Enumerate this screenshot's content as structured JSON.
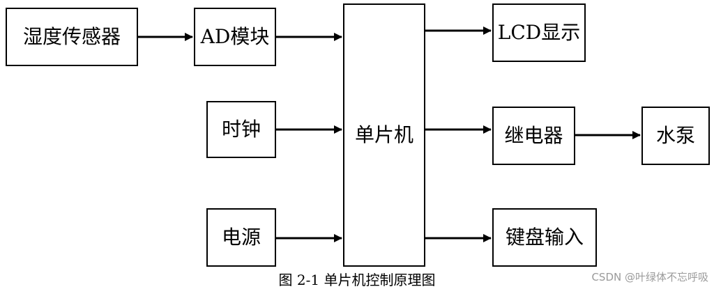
{
  "diagram": {
    "nodes": {
      "humidity_sensor": "湿度传感器",
      "ad_module": "AD模块",
      "clock": "时钟",
      "power": "电源",
      "mcu": "单片机",
      "lcd": "LCD显示",
      "relay": "继电器",
      "pump": "水泵",
      "keyboard": "键盘输入"
    },
    "edges": [
      [
        "humidity_sensor",
        "ad_module"
      ],
      [
        "ad_module",
        "mcu"
      ],
      [
        "clock",
        "mcu"
      ],
      [
        "power",
        "mcu"
      ],
      [
        "mcu",
        "lcd"
      ],
      [
        "mcu",
        "relay"
      ],
      [
        "relay",
        "pump"
      ],
      [
        "mcu",
        "keyboard"
      ]
    ]
  },
  "caption": "图 2-1  单片机控制原理图",
  "watermark": "CSDN @叶绿体不忘呼吸"
}
